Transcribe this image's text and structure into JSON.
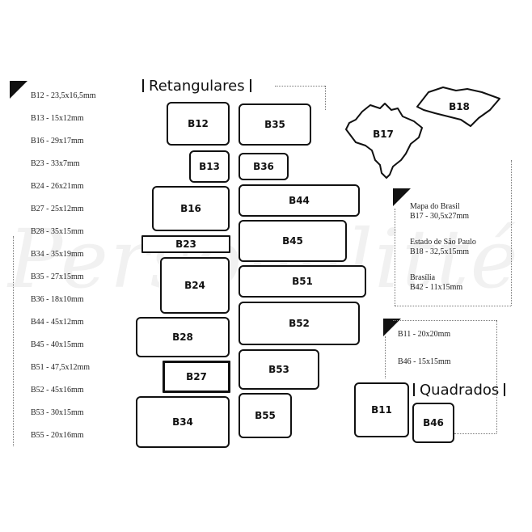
{
  "sections": {
    "retangulares_title": "Retangulares",
    "quadrados_title": "Quadrados"
  },
  "sizes_list": [
    "B12 - 23,5x16,5mm",
    "B13 - 15x12mm",
    "B16 - 29x17mm",
    "B23 - 33x7mm",
    "B24 - 26x21mm",
    "B27 - 25x12mm",
    "B28 - 35x15mm",
    "B34 - 35x19mm",
    "B35 - 27x15mm",
    "B36 - 18x10mm",
    "B44 - 45x12mm",
    "B45 - 40x15mm",
    "B51 - 47,5x12mm",
    "B52 - 45x16mm",
    "B53 - 30x15mm",
    "B55 - 20x16mm"
  ],
  "shapes": {
    "b12": "B12",
    "b13": "B13",
    "b16": "B16",
    "b23": "B23",
    "b24": "B24",
    "b27": "B27",
    "b28": "B28",
    "b34": "B34",
    "b35": "B35",
    "b36": "B36",
    "b44": "B44",
    "b45": "B45",
    "b51": "B51",
    "b52": "B52",
    "b53": "B53",
    "b55": "B55",
    "b11": "B11",
    "b46": "B46",
    "b17": "B17",
    "b18": "B18"
  },
  "special_info": {
    "brasil_label": "Mapa do Brasil",
    "brasil_size": "B17 - 30,5x27mm",
    "sp_label": "Estado de São Paulo",
    "sp_size": "B18 - 32,5x15mm",
    "brasilia_label": "Brasília",
    "brasilia_size": "B42 - 11x15mm"
  },
  "square_info": {
    "b11_size": "B11 - 20x20mm",
    "b46_size": "B46 - 15x15mm"
  },
  "watermark": "Personalitté"
}
